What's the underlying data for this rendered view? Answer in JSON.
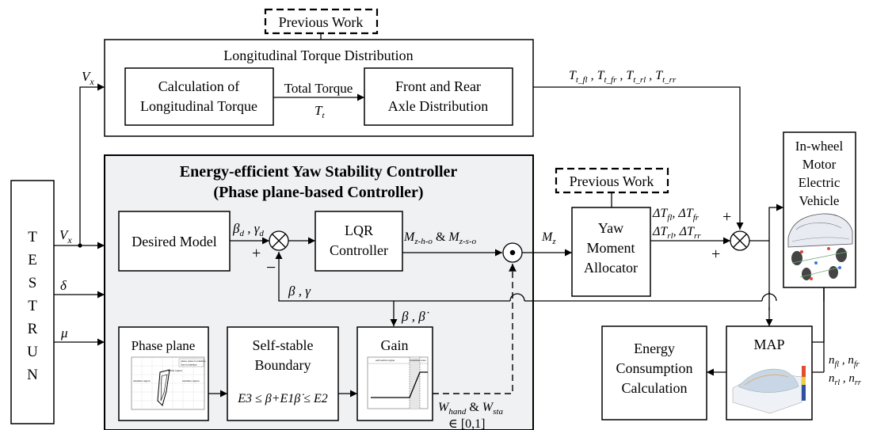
{
  "testrun": {
    "letters": [
      "T",
      "E",
      "S",
      "T",
      "R",
      "U",
      "N"
    ]
  },
  "inputs": {
    "vx_top": "V",
    "vx_top_sub": "x",
    "vx_mid": "V",
    "vx_mid_sub": "x",
    "delta": "δ",
    "mu": "μ"
  },
  "longitudinal": {
    "title": "Longitudinal Torque Distribution",
    "previous_work": "Previous Work",
    "calc_line1": "Calculation of",
    "calc_line2": "Longitudinal Torque",
    "total_torque": "Total Torque",
    "tt": "T",
    "tt_sub": "t",
    "axle_line1": "Front and Rear",
    "axle_line2": "Axle Distribution",
    "torques": "T",
    "torques_subs": [
      "t_fl",
      "t_fr",
      "t_rl",
      "t_rr"
    ]
  },
  "yaw": {
    "title_line1": "Energy-efficient Yaw Stability Controller",
    "title_line2": "(Phase plane-based Controller)",
    "desired_model": "Desired Model",
    "beta_d": "β",
    "gamma_d": "γ",
    "d_sub": "d",
    "plus": "+",
    "minus": "−",
    "lqr_line1": "LQR",
    "lqr_line2": "Controller",
    "mz_label": "M",
    "mz_sub1": "z-h-o",
    "amp": " & ",
    "mz_sub2": "z-s-o",
    "beta_gamma": "β , γ",
    "beta_dot": "β , β̇",
    "phase_plane": "Phase plane",
    "self_stable_line1": "Self-stable",
    "self_stable_line2": "Boundary",
    "inequality": "E3 ≤ β+E1β̇ ≤ E2",
    "gain": "Gain",
    "w_label": "W",
    "w_hand": "hand",
    "w_sta": "sta",
    "w_range": "∈ [0,1]"
  },
  "allocator": {
    "previous_work": "Previous Work",
    "mz": "M",
    "mz_sub": "z",
    "line1": "Yaw",
    "line2": "Moment",
    "line3": "Allocator",
    "delta_t": "ΔT",
    "dt_subs": [
      "fl",
      "fr",
      "rl",
      "rr"
    ]
  },
  "vehicle": {
    "line1": "In-wheel",
    "line2": "Motor",
    "line3": "Electric",
    "line4": "Vehicle"
  },
  "map": {
    "label": "MAP",
    "n": "n",
    "n_subs": [
      "fl",
      "fr",
      "rl",
      "rr"
    ]
  },
  "energy": {
    "line1": "Energy",
    "line2": "Consumption",
    "line3": "Calculation"
  },
  "mini_labels": {
    "phase_legend1": "phase plane borderline",
    "phase_legend2": "Stat borderline",
    "unstable_left": "unstable region",
    "stable": "stable region",
    "unstable_right": "unstable region",
    "gain_label1": "self-stable region",
    "gain_label2": "transition zone"
  }
}
